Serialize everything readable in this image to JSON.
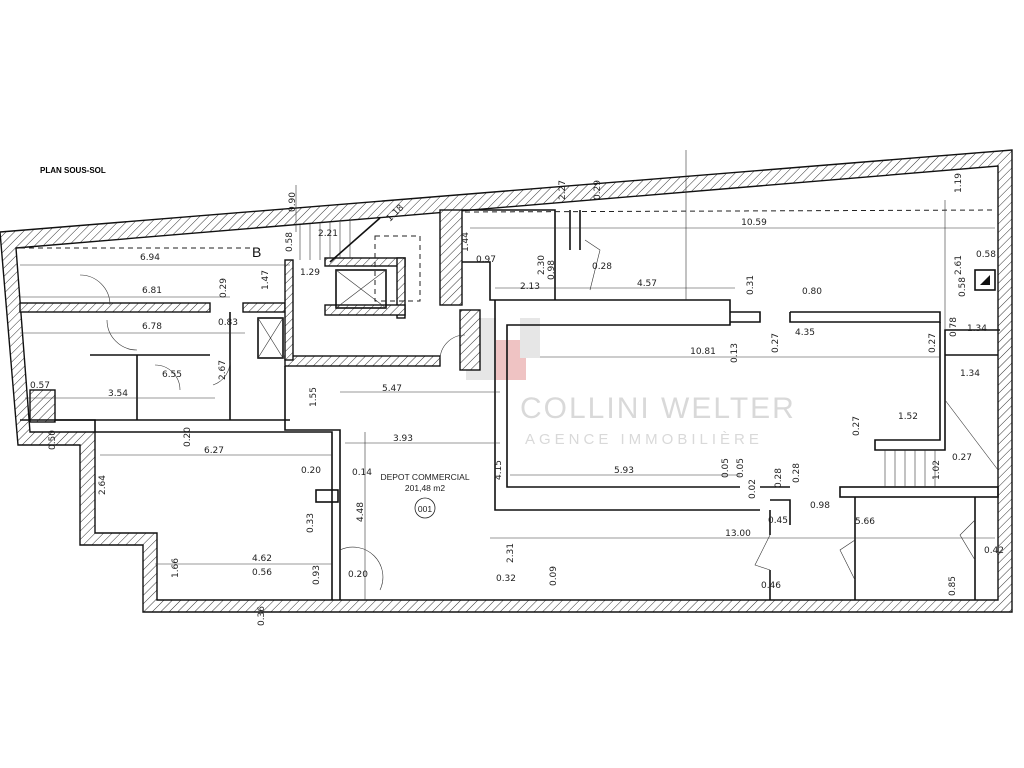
{
  "title": "PLAN SOUS-SOL",
  "watermark": {
    "line1": "COLLINI WELTER",
    "line2": "AGENCE IMMOBILIÈRE",
    "logo_color": "#e8a0a0"
  },
  "room": {
    "name": "DEPOT COMMERCIAL",
    "area": "201,48 m2",
    "number": "001"
  },
  "section_marker": "B",
  "dimensions": [
    "6.94",
    "6.81",
    "6.78",
    "0.83",
    "0.29",
    "1.47",
    "0.58",
    "0.90",
    "2.21",
    "1.29",
    "1.18",
    "1.44",
    "0.97",
    "6.55",
    "3.54",
    "0.57",
    "2.67",
    "1.55",
    "5.47",
    "0.50",
    "0.20",
    "6.27",
    "3.93",
    "0.20",
    "0.14",
    "2.64",
    "4.48",
    "0.33",
    "1.66",
    "4.62",
    "0.56",
    "0.93",
    "0.20",
    "0.36",
    "2.27",
    "0.29",
    "10.59",
    "1.19",
    "2.30",
    "0.98",
    "0.28",
    "2.13",
    "4.57",
    "0.31",
    "0.80",
    "2.61",
    "0.58",
    "0.58",
    "0.78",
    "1.34",
    "4.35",
    "0.27",
    "0.27",
    "0.13",
    "10.81",
    "1.34",
    "4.15",
    "0.27",
    "1.52",
    "5.93",
    "0.05",
    "0.05",
    "0.02",
    "0.28",
    "0.28",
    "1.02",
    "0.27",
    "0.98",
    "0.45",
    "13.00",
    "5.66",
    "2.31",
    "0.09",
    "0.32",
    "0.46",
    "0.42",
    "0.85"
  ]
}
